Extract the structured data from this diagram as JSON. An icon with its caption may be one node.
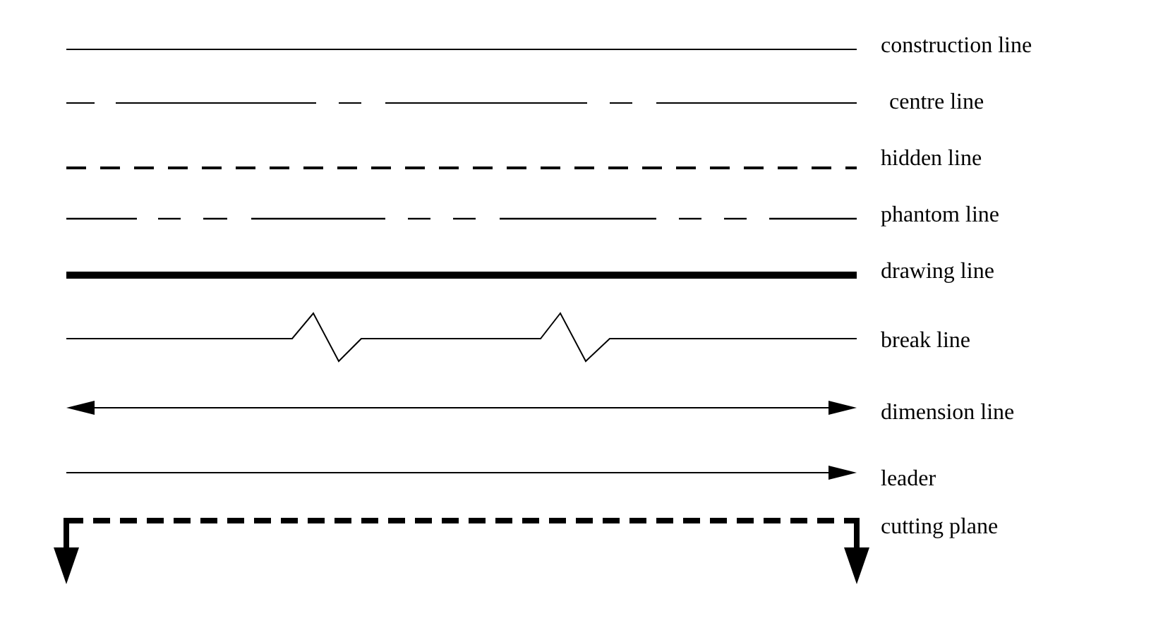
{
  "diagram": {
    "legend": [
      {
        "text": "construction line"
      },
      {
        "text": "centre line"
      },
      {
        "text": "hidden line"
      },
      {
        "text": "phantom line"
      },
      {
        "text": "drawing line"
      },
      {
        "text": "break line"
      },
      {
        "text": "dimension line"
      },
      {
        "text": "leader"
      },
      {
        "text": "cutting plane"
      }
    ]
  }
}
